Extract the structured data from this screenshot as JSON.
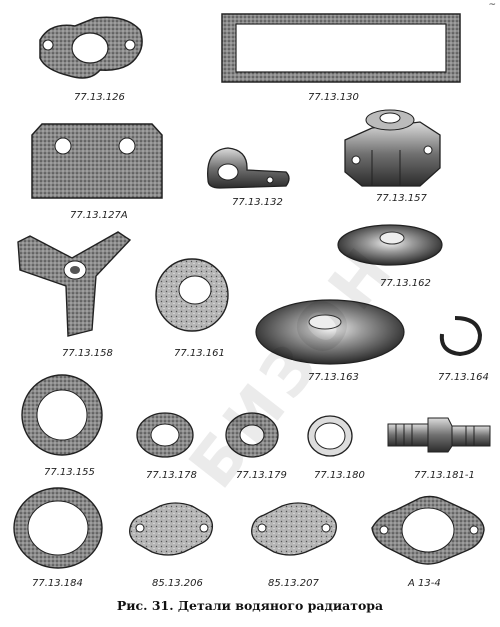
{
  "figure": {
    "caption": "Рис. 31. Детали водяного радиатора",
    "watermark": "БИЗОН",
    "corner_mark": "~",
    "parts": [
      {
        "id": "p126",
        "label": "77.13.126"
      },
      {
        "id": "p130",
        "label": "77.13.130"
      },
      {
        "id": "p127A",
        "label": "77.13.127А"
      },
      {
        "id": "p132",
        "label": "77.13.132"
      },
      {
        "id": "p157",
        "label": "77.13.157"
      },
      {
        "id": "p162",
        "label": "77.13.162"
      },
      {
        "id": "p158",
        "label": "77.13.158"
      },
      {
        "id": "p161",
        "label": "77.13.161"
      },
      {
        "id": "p163",
        "label": "77.13.163"
      },
      {
        "id": "p164",
        "label": "77.13.164"
      },
      {
        "id": "p155",
        "label": "77.13.155"
      },
      {
        "id": "p178",
        "label": "77.13.178"
      },
      {
        "id": "p179",
        "label": "77.13.179"
      },
      {
        "id": "p180",
        "label": "77.13.180"
      },
      {
        "id": "p181",
        "label": "77.13.181-1"
      },
      {
        "id": "p184",
        "label": "77.13.184"
      },
      {
        "id": "p206",
        "label": "85.13.206"
      },
      {
        "id": "p207",
        "label": "85.13.207"
      },
      {
        "id": "pA13",
        "label": "А 13-4"
      }
    ]
  }
}
